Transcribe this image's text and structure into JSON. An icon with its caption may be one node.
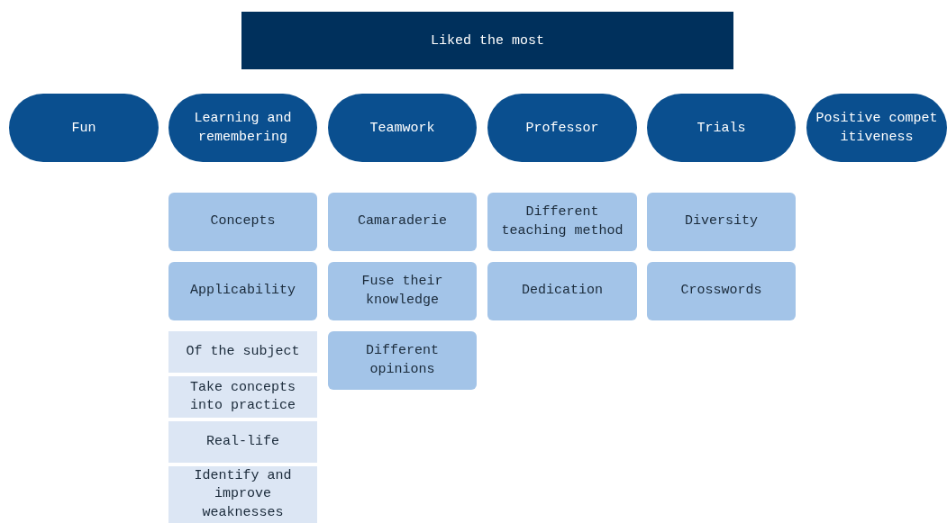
{
  "diagram": {
    "nodes": [
      {
        "text": [
          "Liked the most"
        ]
      },
      {
        "text": [
          "Fun"
        ]
      },
      {
        "text": [
          "Learning and remembering"
        ]
      },
      {
        "text": [
          "Teamwork"
        ]
      },
      {
        "text": [
          "Professor"
        ]
      },
      {
        "text": [
          "Trials"
        ]
      },
      {
        "text": [
          "Positive competitiveness"
        ]
      },
      {
        "text": [
          "Concepts"
        ]
      },
      {
        "text": [
          "Camaraderie"
        ]
      },
      {
        "text": [
          "Different teaching method"
        ]
      },
      {
        "text": [
          "Diversity"
        ]
      },
      {
        "text": [
          "Applicability"
        ]
      },
      {
        "text": [
          "Fuse their knowledge"
        ]
      },
      {
        "text": [
          "Dedication"
        ]
      },
      {
        "text": [
          "Crosswords"
        ]
      },
      {
        "text": [
          "Of the subject"
        ]
      },
      {
        "text": [
          "Different opinions"
        ]
      },
      {
        "text": [
          "Take concepts into practice"
        ]
      },
      {
        "text": [
          "Real-life"
        ]
      },
      {
        "text": [
          "Identify and improve weaknesses"
        ]
      }
    ]
  }
}
